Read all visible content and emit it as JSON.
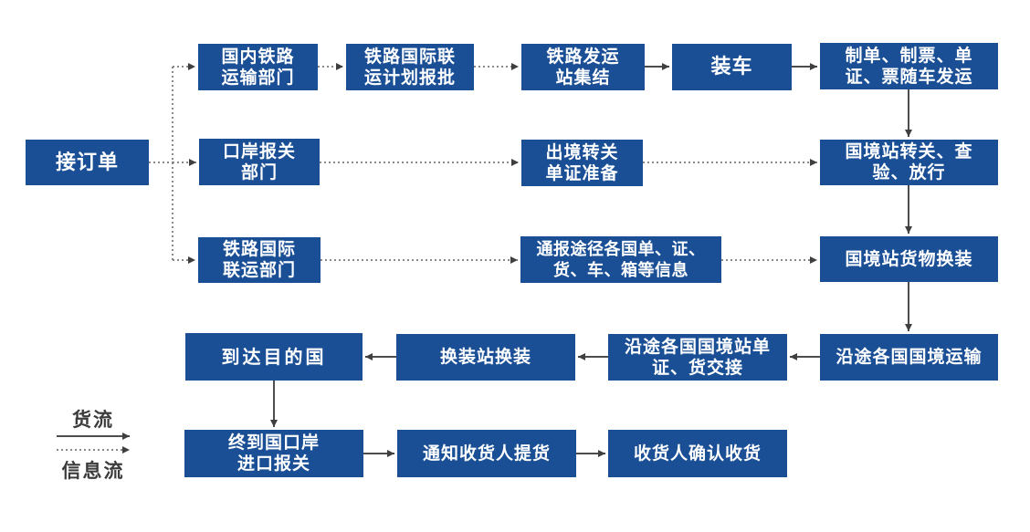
{
  "diagram": {
    "nodes": {
      "receive_order": "接订单",
      "domestic_rail_dept": "国内铁路\n运输部门",
      "intl_plan_approval": "铁路国际联\n运计划报批",
      "dispatch_station_assembly": "铁路发运\n站集结",
      "loading": "装车",
      "docs_with_train": "制单、制票、单\n证、票随车发运",
      "port_customs_dept": "口岸报关\n部门",
      "exit_transfer_docs": "出境转关\n单证准备",
      "border_station_customs": "国境站转关、查\n验、放行",
      "intl_joint_transport_dept": "铁路国际\n联运部门",
      "notify_countries_info": "通报途径各国单、证、\n货、车、箱等信息",
      "border_station_reload": "国境站货物换装",
      "transit_border_transport": "沿途各国国境运输",
      "transit_border_handover": "沿途各国国境站单\n证、货交接",
      "reload_station_transfer": "换装站换装",
      "arrive_destination_country": "到达目的国",
      "final_port_import_customs": "终到国口岸\n进口报关",
      "notify_consignee_pickup": "通知收货人提货",
      "consignee_confirm_receipt": "收货人确认收货"
    },
    "legend": {
      "goods_flow": "货流",
      "info_flow": "信息流"
    },
    "colors": {
      "node_bg": "#1a4f96",
      "node_text": "#ffffff",
      "solid_line": "#4d4d4d",
      "dotted_line": "#8a8a8a",
      "arrowhead": "#3f3f3f",
      "legend_text": "#3b3b3b"
    }
  }
}
